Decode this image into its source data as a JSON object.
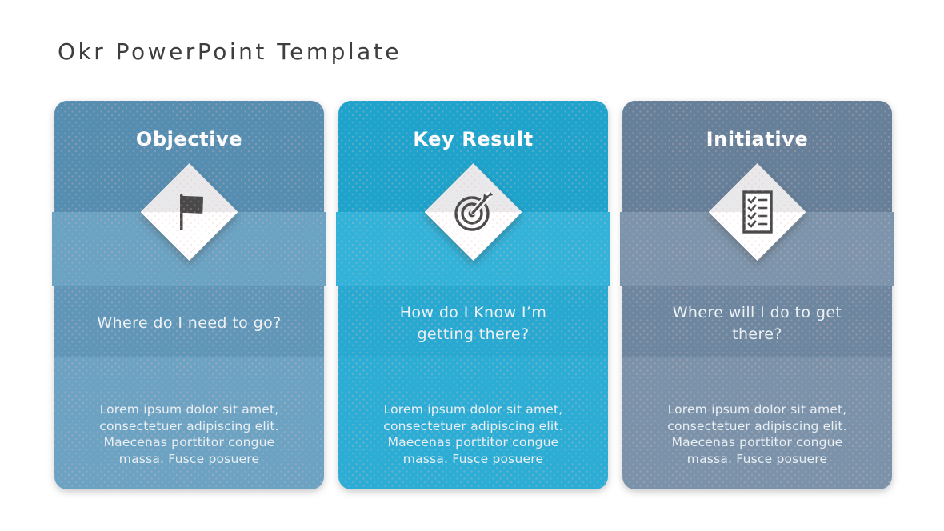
{
  "page": {
    "title": "Okr PowerPoint Template"
  },
  "theme": {
    "title_color": "#3e3e3e",
    "diamond_top": "#e9e9eb",
    "diamond_bottom": "#ffffff",
    "icon_color": "#494949",
    "header_text_color": "#ffffff",
    "body_text_color": "#e9f1f6"
  },
  "cards": [
    {
      "id": "objective",
      "header": "Objective",
      "icon": "flag-icon",
      "question": "Where do I need to go?",
      "body": "Lorem ipsum dolor sit amet,\nconsectetuer adipiscing elit.\nMaecenas porttitor congue\nmassa. Fusce posuere",
      "colors": {
        "header": "#568eb2",
        "band": "#6ba3c3",
        "strip": "#6097b9",
        "body": "#6ca3c3"
      }
    },
    {
      "id": "key-result",
      "header": "Key Result",
      "icon": "target-icon",
      "question": "How do I Know I’m\ngetting there?",
      "body": "Lorem ipsum dolor sit amet,\nconsectetuer adipiscing elit.\nMaecenas porttitor congue\nmassa. Fusce posuere",
      "colors": {
        "header": "#1ea4cc",
        "band": "#33b3da",
        "strip": "#28a9d1",
        "body": "#2cadd5"
      }
    },
    {
      "id": "initiative",
      "header": "Initiative",
      "icon": "checklist-icon",
      "question": "Where will I do to get\nthere?",
      "body": "Lorem ipsum dolor sit amet,\nconsectetuer adipiscing elit.\nMaecenas porttitor congue\nmassa. Fusce posuere",
      "colors": {
        "header": "#66809a",
        "band": "#7d95ac",
        "strip": "#6e87a0",
        "body": "#7b93aa"
      }
    }
  ]
}
